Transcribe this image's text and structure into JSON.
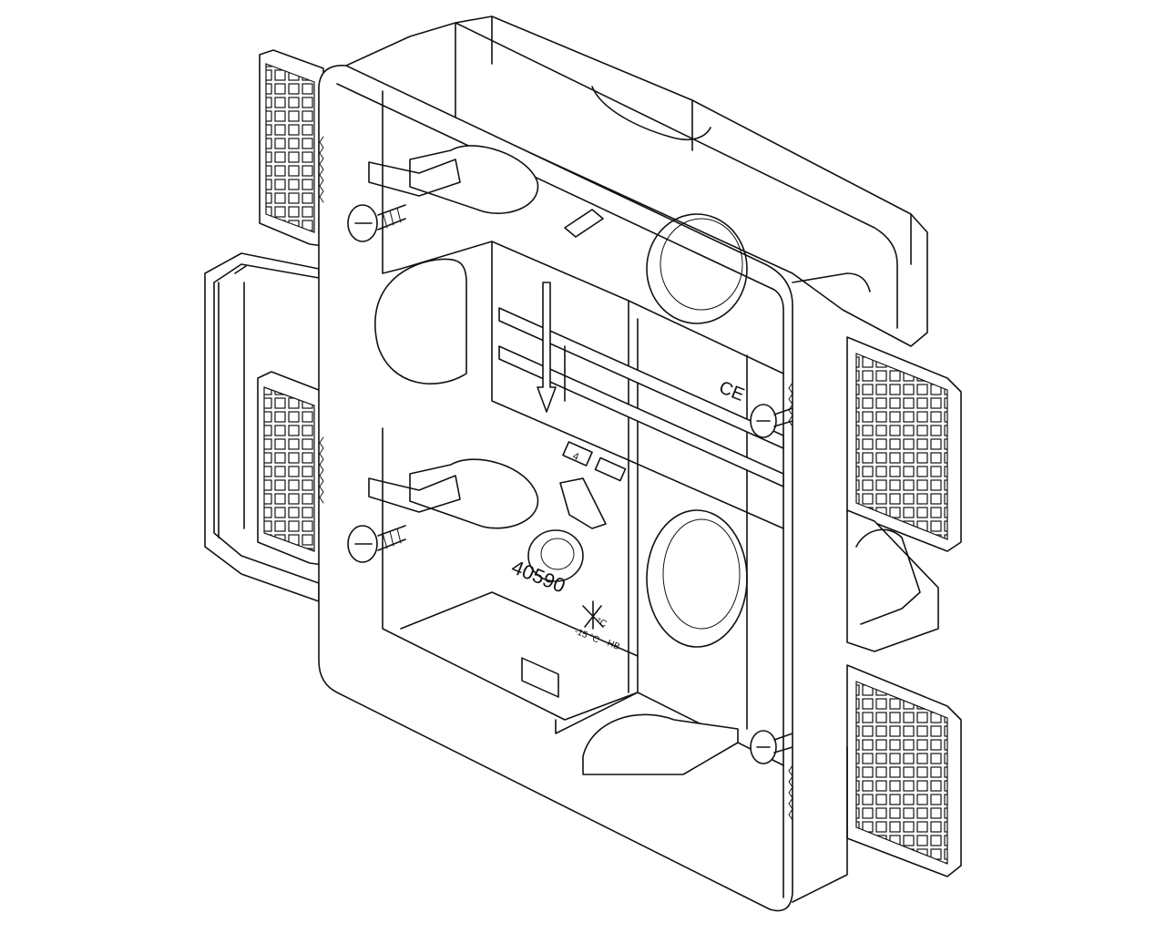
{
  "figure": {
    "part_number": "40590",
    "temperature_high": "°C",
    "temperature_low": "-15 °C",
    "marking_code": "HB",
    "ce_mark": "CE",
    "terminal_mark": "4"
  }
}
